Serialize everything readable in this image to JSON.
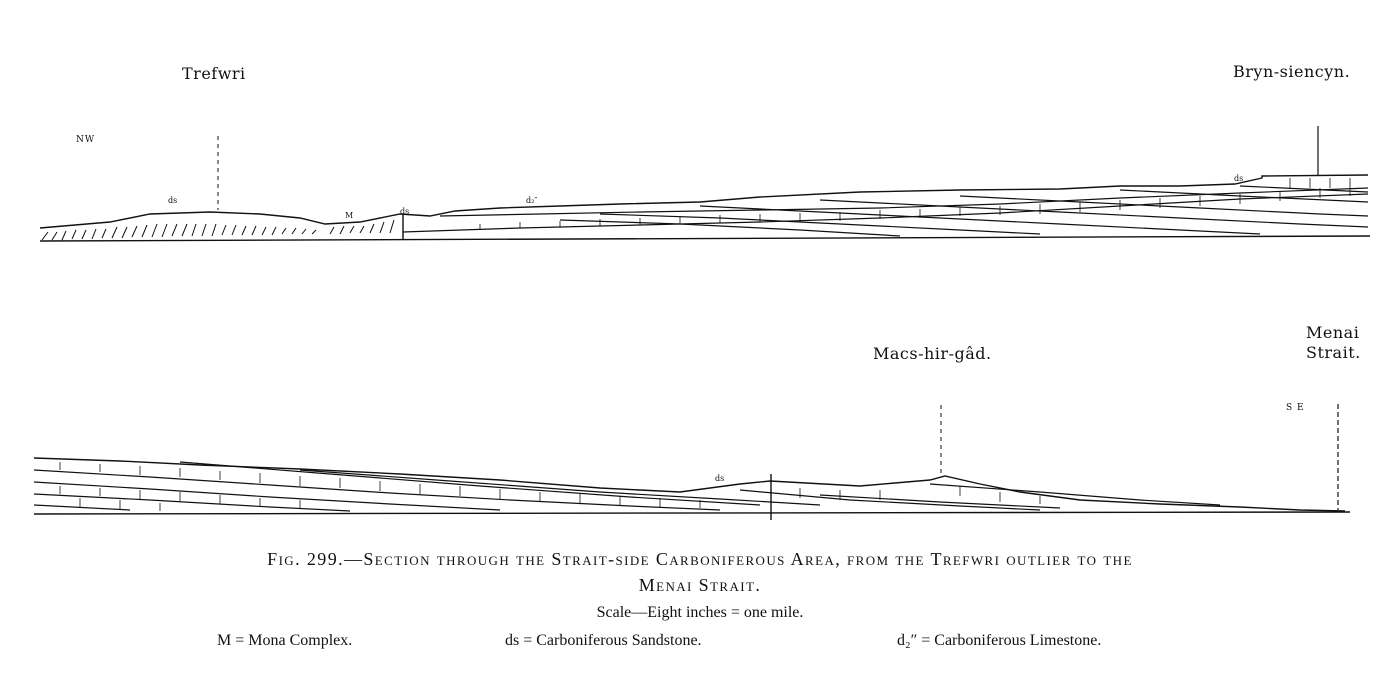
{
  "labels": {
    "trefwri": "Trefwri",
    "bryn_siencyn": "Bryn-siencyn.",
    "macs_hir_gad": "Macs-hir-gâd.",
    "menai_line1": "Menai",
    "menai_line2": "Strait.",
    "nw": "NW",
    "se": "S E",
    "ds_1": "ds",
    "m_1": "M",
    "ds_2": "ds",
    "d2_1": "d₂″",
    "ds_3": "ds",
    "ds_4": "ds"
  },
  "caption": {
    "line1": "Fig. 299.—Section through the Strait-side Carboniferous Area, from the Trefwri outlier to the",
    "line2": "Menai Strait.",
    "scale": "Scale—Eight inches = one mile."
  },
  "legend": {
    "m": "M = Mona Complex.",
    "ds": "ds = Carboniferous Sandstone.",
    "d2": "d₂″ = Carboniferous Limestone."
  }
}
